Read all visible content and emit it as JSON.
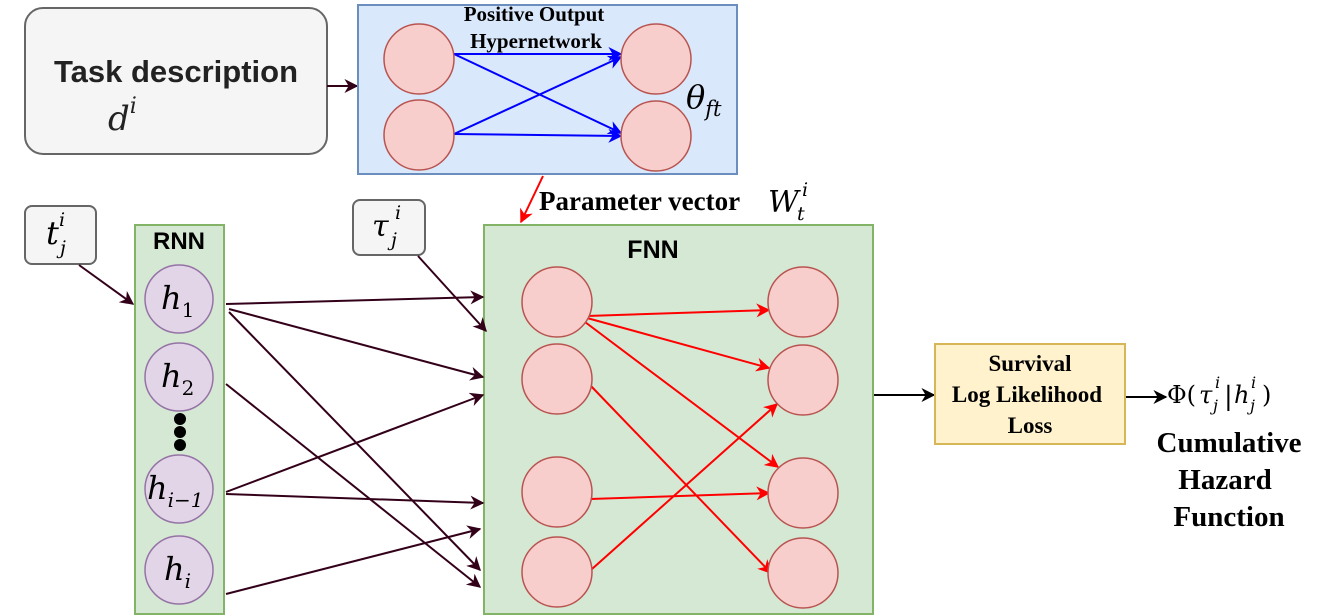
{
  "task_box": {
    "label": "Task description",
    "symbol": "d",
    "symbol_sup": "i"
  },
  "hypernetwork": {
    "title_line1": "Positive Output",
    "title_line2": "Hypernetwork",
    "theta": "θ",
    "theta_sub": "ft"
  },
  "param_vector": {
    "label": "Parameter vector",
    "symbol": "W",
    "symbol_sup": "i",
    "symbol_sub": "t"
  },
  "t_input": {
    "symbol": "t",
    "sup": "i",
    "sub": "j"
  },
  "tau_input": {
    "symbol": "τ",
    "sup": "i",
    "sub": "j"
  },
  "rnn": {
    "title": "RNN",
    "nodes": [
      {
        "sym": "h",
        "sub": "1"
      },
      {
        "sym": "h",
        "sub": "2"
      },
      {
        "sym": "h",
        "sub": "i−1"
      },
      {
        "sym": "h",
        "sub": "i"
      }
    ]
  },
  "fnn": {
    "title": "FNN"
  },
  "loss_box": {
    "line1": "Survival",
    "line2": "Log Likelihood",
    "line3": "Loss"
  },
  "output": {
    "phi": "Φ(",
    "tau": "τ",
    "tau_sup": "i",
    "tau_sub": "j",
    "bar": "|",
    "h": "h",
    "h_sup": "i",
    "h_sub": "j",
    "close": ")",
    "caption_line1": "Cumulative",
    "caption_line2": "Hazard",
    "caption_line3": "Function"
  },
  "colors": {
    "hyper_bg": "#dae8fc",
    "hyper_border": "#6c8ebf",
    "green_bg": "#d5e8d4",
    "green_border": "#82b366",
    "pink_node": "#f8cecc",
    "pink_border": "#b85450",
    "purple_node": "#e1d5e7",
    "purple_border": "#9673a6",
    "loss_bg": "#fff2cc",
    "loss_border": "#d6b656",
    "gray_bg": "#f5f5f5",
    "gray_border": "#666666",
    "blue_arrow": "#0000ff",
    "red_arrow": "#ff0000",
    "dark_arrow": "#33001a"
  }
}
